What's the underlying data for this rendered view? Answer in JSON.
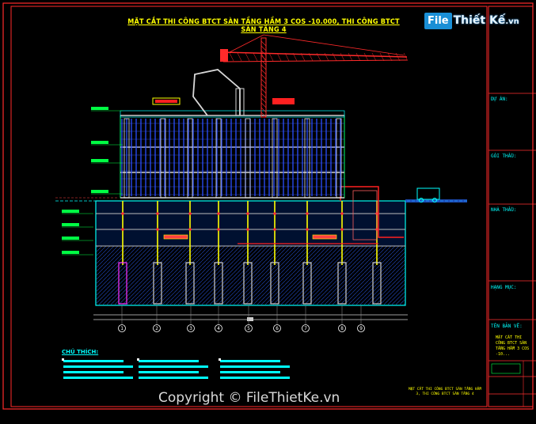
{
  "drawing": {
    "title": "MẶT CẮT THI CÔNG BTCT SÀN TẦNG HẦM 3 COS -10.000, THI CÔNG BTCT SÀN TẦNG 4",
    "grid_axes": [
      "1",
      "2",
      "3",
      "4",
      "5",
      "6",
      "7",
      "8",
      "9"
    ]
  },
  "watermark_logo": {
    "box_text": "File",
    "text": "Thiết Kế",
    "domain": ".vn"
  },
  "title_block": {
    "du_an_label": "DỰ ÁN:",
    "goi_thau_label": "GÓI THẦU:",
    "nha_thau_label": "NHÀ THẦU:",
    "hang_muc_label": "HẠNG MỤC:",
    "ten_ban_ve_label": "TÊN BẢN VẼ:",
    "ten_ban_ve_value": "MẶT CẮT THI CÔNG BTCT SÀN TẦNG HẦM 3 COS -10..."
  },
  "legend": {
    "title": "CHÚ THÍCH:"
  },
  "bottom_note": "MẶT CẮT THI CÔNG BTCT SÀN TẦNG HẦM 3, THI CÔNG BTCT SÀN TẦNG 4",
  "copyright": "Copyright © FileThietKe.vn",
  "colors": {
    "border": "#ff2a2a",
    "text_yellow": "#ffff00",
    "cyan": "#00ffff",
    "green_tag": "#00ff44",
    "formwork_blue": "#2a4fff"
  }
}
